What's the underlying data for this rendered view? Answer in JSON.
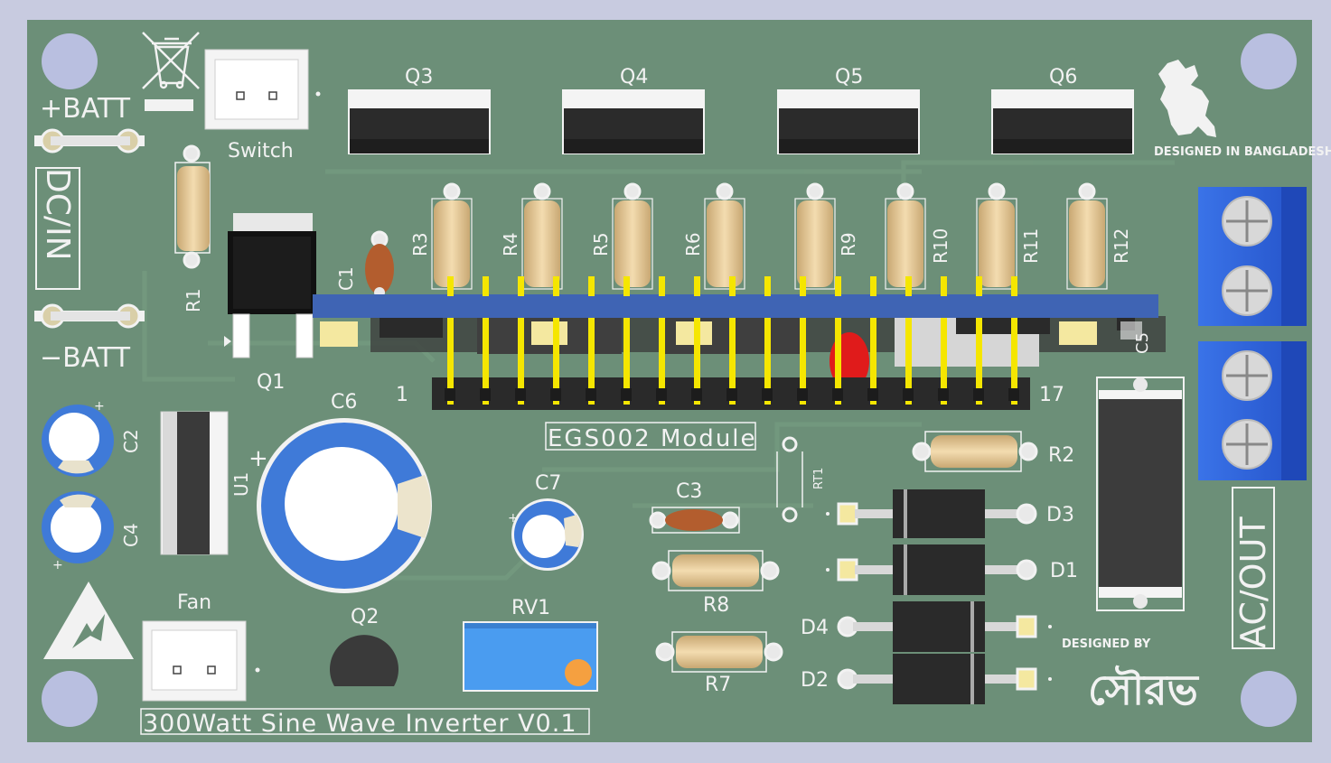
{
  "board": {
    "title": "300Watt Sine Wave Inverter V0.1",
    "module_label": "EGS002 Module",
    "header_pin_first": "1",
    "header_pin_last": "17",
    "designed_in": "DESIGNED IN BANGLADESH",
    "designed_by": "DESIGNED BY",
    "designer_signature": "সৌরভ"
  },
  "labels": {
    "batt_pos": "+BATT",
    "batt_neg": "−BATT",
    "dc_in": "DC/IN",
    "ac_out": "AC/OUT",
    "switch": "Switch",
    "fan": "Fan"
  },
  "refs": {
    "q3": "Q3",
    "q4": "Q4",
    "q5": "Q5",
    "q6": "Q6",
    "q1": "Q1",
    "q2": "Q2",
    "r1": "R1",
    "r2": "R2",
    "r3": "R3",
    "r4": "R4",
    "r5": "R5",
    "r6": "R6",
    "r7": "R7",
    "r8": "R8",
    "r9": "R9",
    "r10": "R10",
    "r11": "R11",
    "r12": "R12",
    "c1": "C1",
    "c2": "C2",
    "c3": "C3",
    "c4": "C4",
    "c5": "C5",
    "c6": "C6",
    "c7": "C7",
    "u1": "U1",
    "rv1": "RV1",
    "rt1": "RT1",
    "d1": "D1",
    "d2": "D2",
    "d3": "D3",
    "d4": "D4"
  },
  "icons": {
    "weee": "crossed-out-bin-icon",
    "esd": "esd-warning-icon",
    "map": "bangladesh-map-icon"
  },
  "colors": {
    "pcb": "#6c8f78",
    "mask_dark": "#5f8570",
    "silkscreen": "#f2f2f2",
    "blue_component": "#3f7ad8",
    "terminal_blue": "#2b63d9",
    "pin_yellow": "#f5e600",
    "resistor_body": "#e8cfa0",
    "led_red": "#e01b1b"
  }
}
